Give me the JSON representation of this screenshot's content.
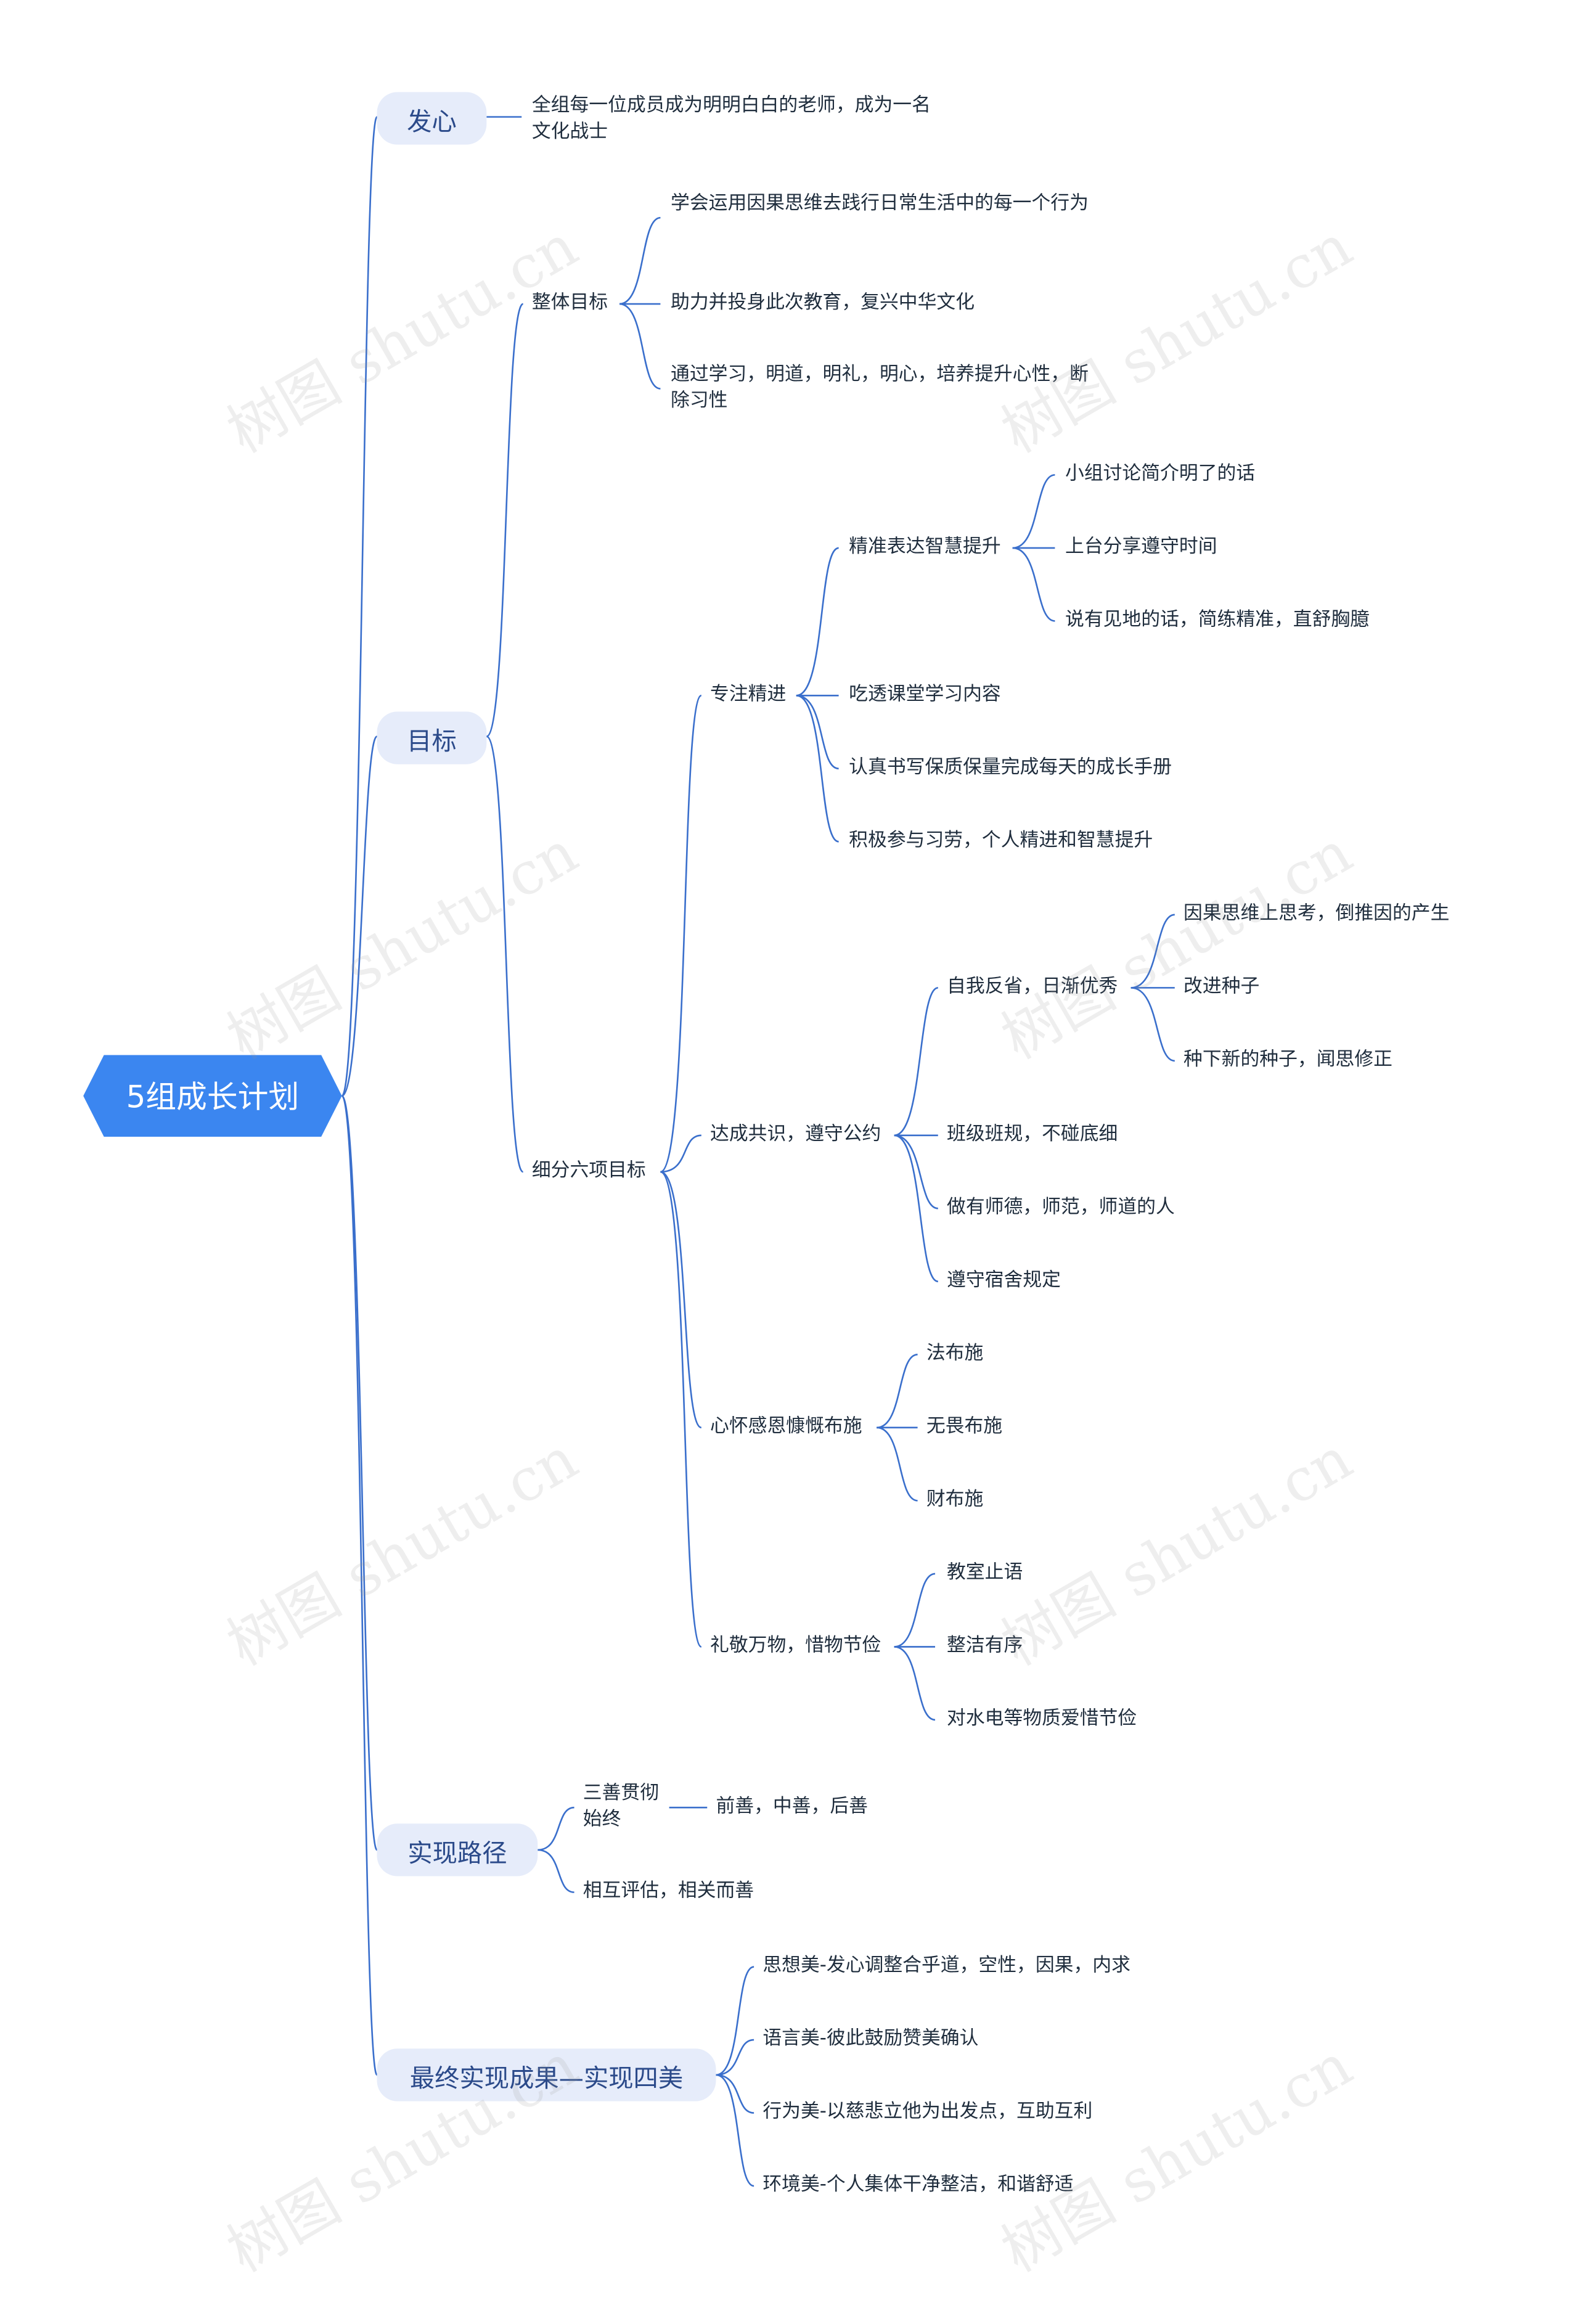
{
  "root": {
    "label": "5组成长计划"
  },
  "colors": {
    "root_fill": "#3b86f0",
    "branch_fill": "#e6ecfa",
    "link": "#3a6fcc"
  },
  "branches": {
    "faxin": {
      "label": "发心",
      "items": [
        "全组每一位成员成为明明白白的老师，成为一名文化战士"
      ]
    },
    "mubiao": {
      "label": "目标",
      "overall": {
        "label": "整体目标",
        "items": [
          "学会运用因果思维去践行日常生活中的每一个行为",
          "助力并投身此次教育，复兴中华文化",
          "通过学习，明道，明礼，明心，培养提升心性，断除习性"
        ]
      },
      "six": {
        "label": "细分六项目标",
        "focus": {
          "label": "专注精进",
          "expression": {
            "label": "精准表达智慧提升",
            "items": [
              "小组讨论简介明了的话",
              "上台分享遵守时间",
              "说有见地的话，简练精准，直舒胸臆"
            ]
          },
          "items": [
            "吃透课堂学习内容",
            "认真书写保质保量完成每天的成长手册",
            "积极参与习劳，个人精进和智慧提升"
          ]
        },
        "consensus": {
          "label": "达成共识，遵守公约",
          "reflect": {
            "label": "自我反省，日渐优秀",
            "items": [
              "因果思维上思考，倒推因的产生",
              "改进种子",
              "种下新的种子，闻思修正"
            ]
          },
          "items": [
            "班级班规，不碰底细",
            "做有师德，师范，师道的人",
            "遵守宿舍规定"
          ]
        },
        "gratitude": {
          "label": "心怀感恩慷慨布施",
          "items": [
            "法布施",
            "无畏布施",
            "财布施"
          ]
        },
        "respect": {
          "label": "礼敬万物，惜物节俭",
          "items": [
            "教室止语",
            "整洁有序",
            "对水电等物质爱惜节俭"
          ]
        }
      }
    },
    "path": {
      "label": "实现路径",
      "three": {
        "label": "三善贯彻始终",
        "items": [
          "前善，中善，后善"
        ]
      },
      "items": [
        "相互评估，相关而善"
      ]
    },
    "result": {
      "label": "最终实现成果—实现四美",
      "items": [
        "思想美-发心调整合乎道，空性，因果，内求",
        "语言美-彼此鼓励赞美确认",
        "行为美-以慈悲立他为出发点，互助互利",
        "环境美-个人集体干净整洁，和谐舒适"
      ]
    }
  },
  "watermark": "树图 shutu.cn"
}
